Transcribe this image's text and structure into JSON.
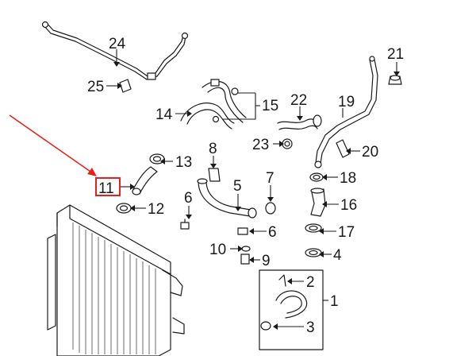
{
  "callouts": {
    "c1": "1",
    "c2": "2",
    "c3": "3",
    "c4": "4",
    "c5": "5",
    "c6a": "6",
    "c6b": "6",
    "c7": "7",
    "c8": "8",
    "c9": "9",
    "c10": "10",
    "c11": "11",
    "c12": "12",
    "c13": "13",
    "c14": "14",
    "c15": "15",
    "c16": "16",
    "c17": "17",
    "c18": "18",
    "c19": "19",
    "c20": "20",
    "c21": "21",
    "c22": "22",
    "c23": "23",
    "c24": "24",
    "c25": "25"
  },
  "colors": {
    "highlight": "#e8201c",
    "line": "#1a1a1a"
  }
}
